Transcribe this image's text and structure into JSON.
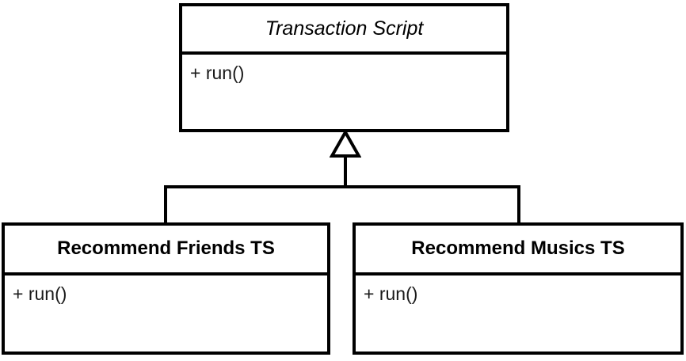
{
  "diagram": {
    "type": "uml-class-diagram",
    "relationship": "generalization",
    "background_color": "#ffffff",
    "line_color": "#000000",
    "classes": [
      {
        "id": "transaction-script",
        "name": "Transaction Script",
        "abstract": true,
        "members": [
          "+ run()"
        ]
      },
      {
        "id": "recommend-friends-ts",
        "name": "Recommend Friends TS",
        "abstract": false,
        "members": [
          "+ run()"
        ]
      },
      {
        "id": "recommend-musics-ts",
        "name": "Recommend Musics TS",
        "abstract": false,
        "members": [
          "+ run()"
        ]
      }
    ]
  }
}
